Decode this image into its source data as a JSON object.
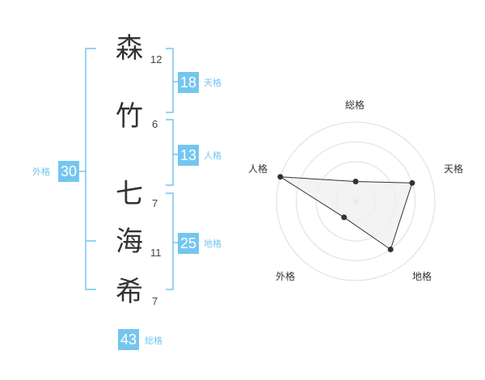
{
  "name_chars": [
    {
      "char": "森",
      "strokes": "12"
    },
    {
      "char": "竹",
      "strokes": "6"
    },
    {
      "char": "七",
      "strokes": "7"
    },
    {
      "char": "海",
      "strokes": "11"
    },
    {
      "char": "希",
      "strokes": "7"
    }
  ],
  "fortunes": {
    "tenkaku": {
      "value": "18",
      "label": "天格"
    },
    "jinkaku": {
      "value": "13",
      "label": "人格"
    },
    "chikaku": {
      "value": "25",
      "label": "地格"
    },
    "gaikaku": {
      "value": "30",
      "label": "外格"
    },
    "soukaku": {
      "value": "43",
      "label": "総格"
    }
  },
  "colors": {
    "accent": "#74c6ef",
    "text": "#333333",
    "radar_fill": "#f0f0f0",
    "radar_line": "#333333",
    "grid": "#dddddd"
  },
  "chart_data": {
    "type": "radar",
    "axes": [
      "総格",
      "天格",
      "地格",
      "外格",
      "人格"
    ],
    "values": [
      1,
      3,
      3,
      1,
      4
    ],
    "rmax": 4,
    "rings": 4
  }
}
